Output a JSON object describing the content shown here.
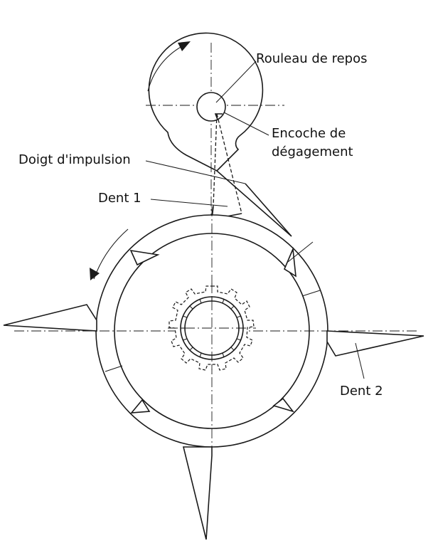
{
  "labels": {
    "rouleau": "Rouleau de repos",
    "encoche_line1": "Encoche de",
    "encoche_line2": "dégagement",
    "doigt": "Doigt d'impulsion",
    "dent1": "Dent 1",
    "dent2": "Dent 2"
  }
}
